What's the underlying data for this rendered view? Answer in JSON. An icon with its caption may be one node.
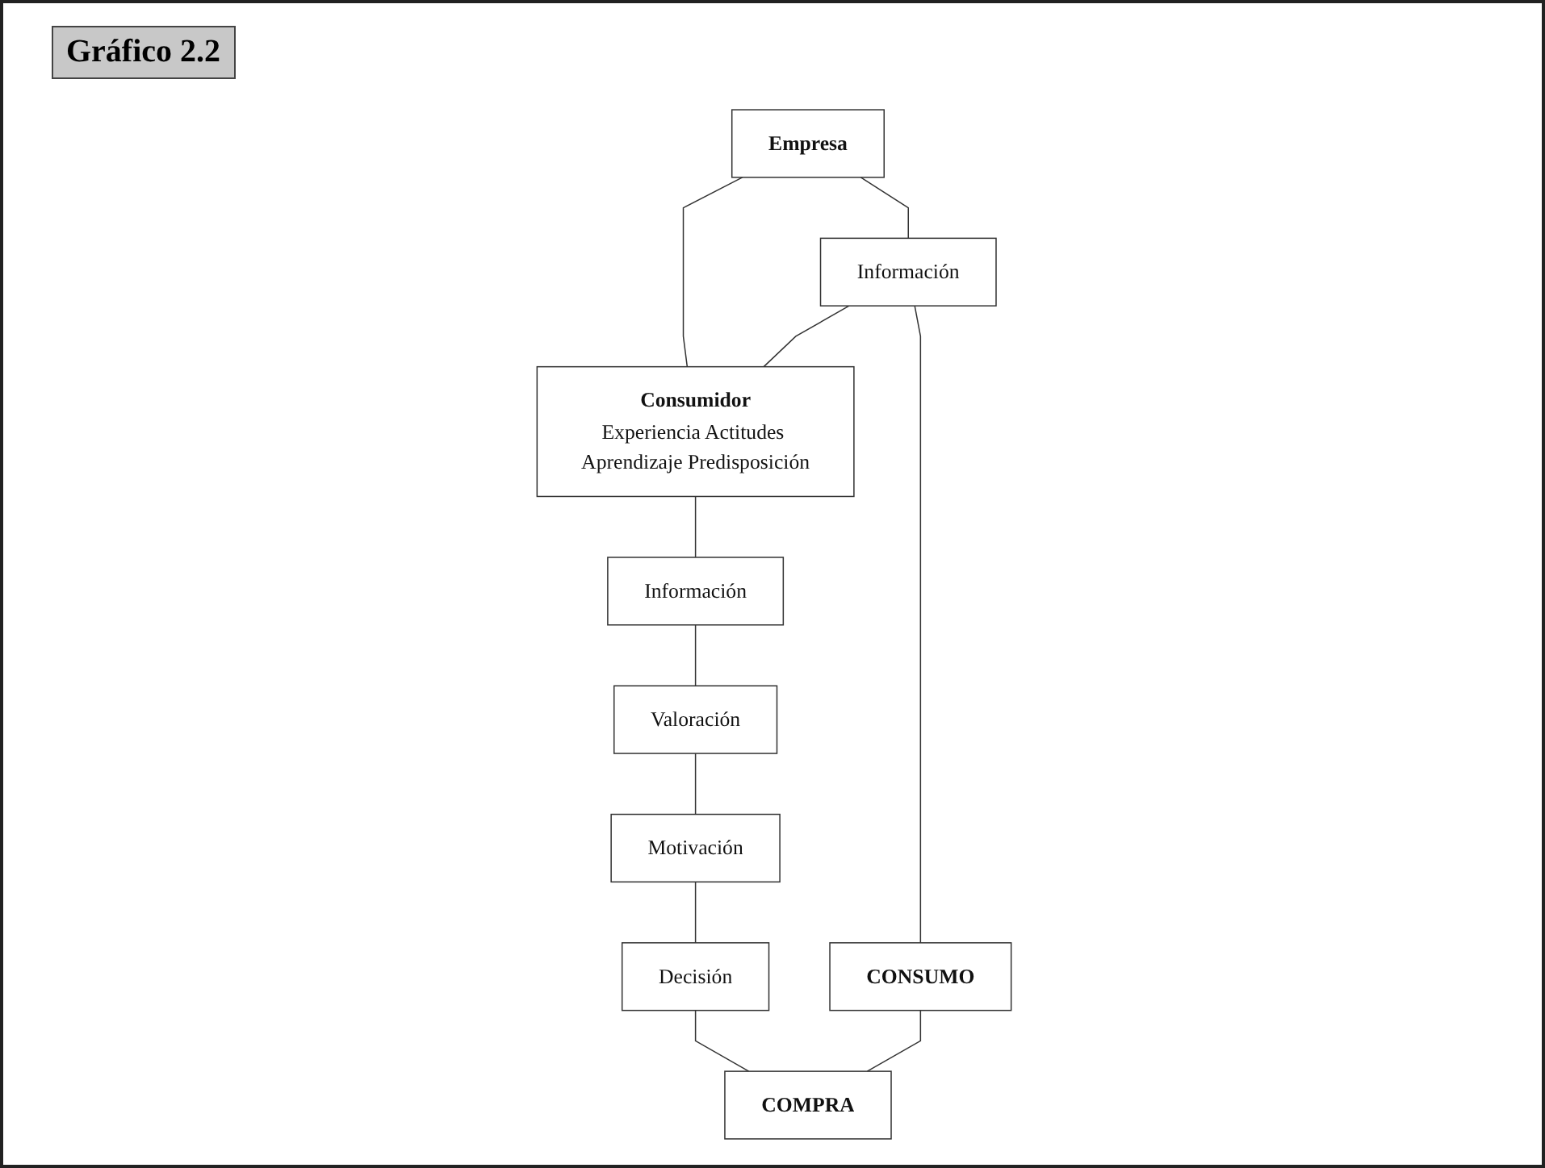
{
  "diagram": {
    "title": "Gráfico 2.2",
    "nodes": [
      {
        "text": [
          "Empresa"
        ]
      },
      {
        "text": [
          "Consumidor",
          "Experiencia Actitudes Aprendizaje Predisposición"
        ]
      },
      {
        "text": [
          "Información"
        ]
      },
      {
        "text": [
          "Información"
        ]
      },
      {
        "text": [
          "Valoración"
        ]
      },
      {
        "text": [
          "Motivación"
        ]
      },
      {
        "text": [
          "Decisión"
        ]
      },
      {
        "text": [
          "CONSUMO"
        ]
      },
      {
        "text": [
          "COMPRA"
        ]
      }
    ],
    "edges": [
      {
        "from": 0,
        "to": 1,
        "arrow": "none"
      },
      {
        "from": 2,
        "to": 1,
        "arrow": "none"
      },
      {
        "from": 0,
        "to": 2,
        "arrow": "none"
      },
      {
        "from": 2,
        "to": 7,
        "arrow": "none"
      },
      {
        "from": 1,
        "to": 3,
        "arrow": "none"
      },
      {
        "from": 3,
        "to": 4,
        "arrow": "none"
      },
      {
        "from": 4,
        "to": 5,
        "arrow": "none"
      },
      {
        "from": 5,
        "to": 6,
        "arrow": "none"
      },
      {
        "from": 6,
        "to": 8,
        "arrow": "none"
      },
      {
        "from": 7,
        "to": 8,
        "arrow": "none"
      }
    ]
  }
}
